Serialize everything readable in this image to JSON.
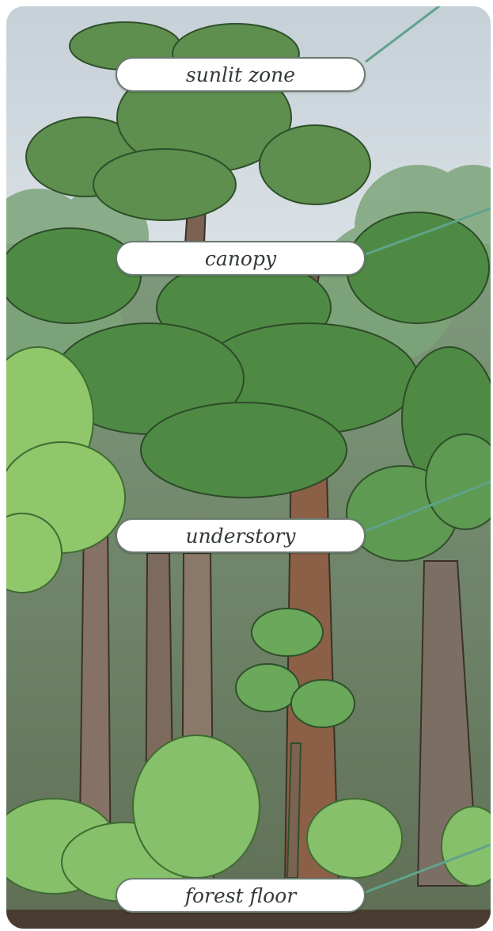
{
  "layers": {
    "sunlit_zone": "sunlit zone",
    "canopy": "canopy",
    "understory": "understory",
    "forest_floor": "forest floor"
  },
  "colors": {
    "sky": "#cfd8de",
    "leader_line": "#5fa38a",
    "label_border": "#6b7a70",
    "label_text": "#333a36"
  }
}
